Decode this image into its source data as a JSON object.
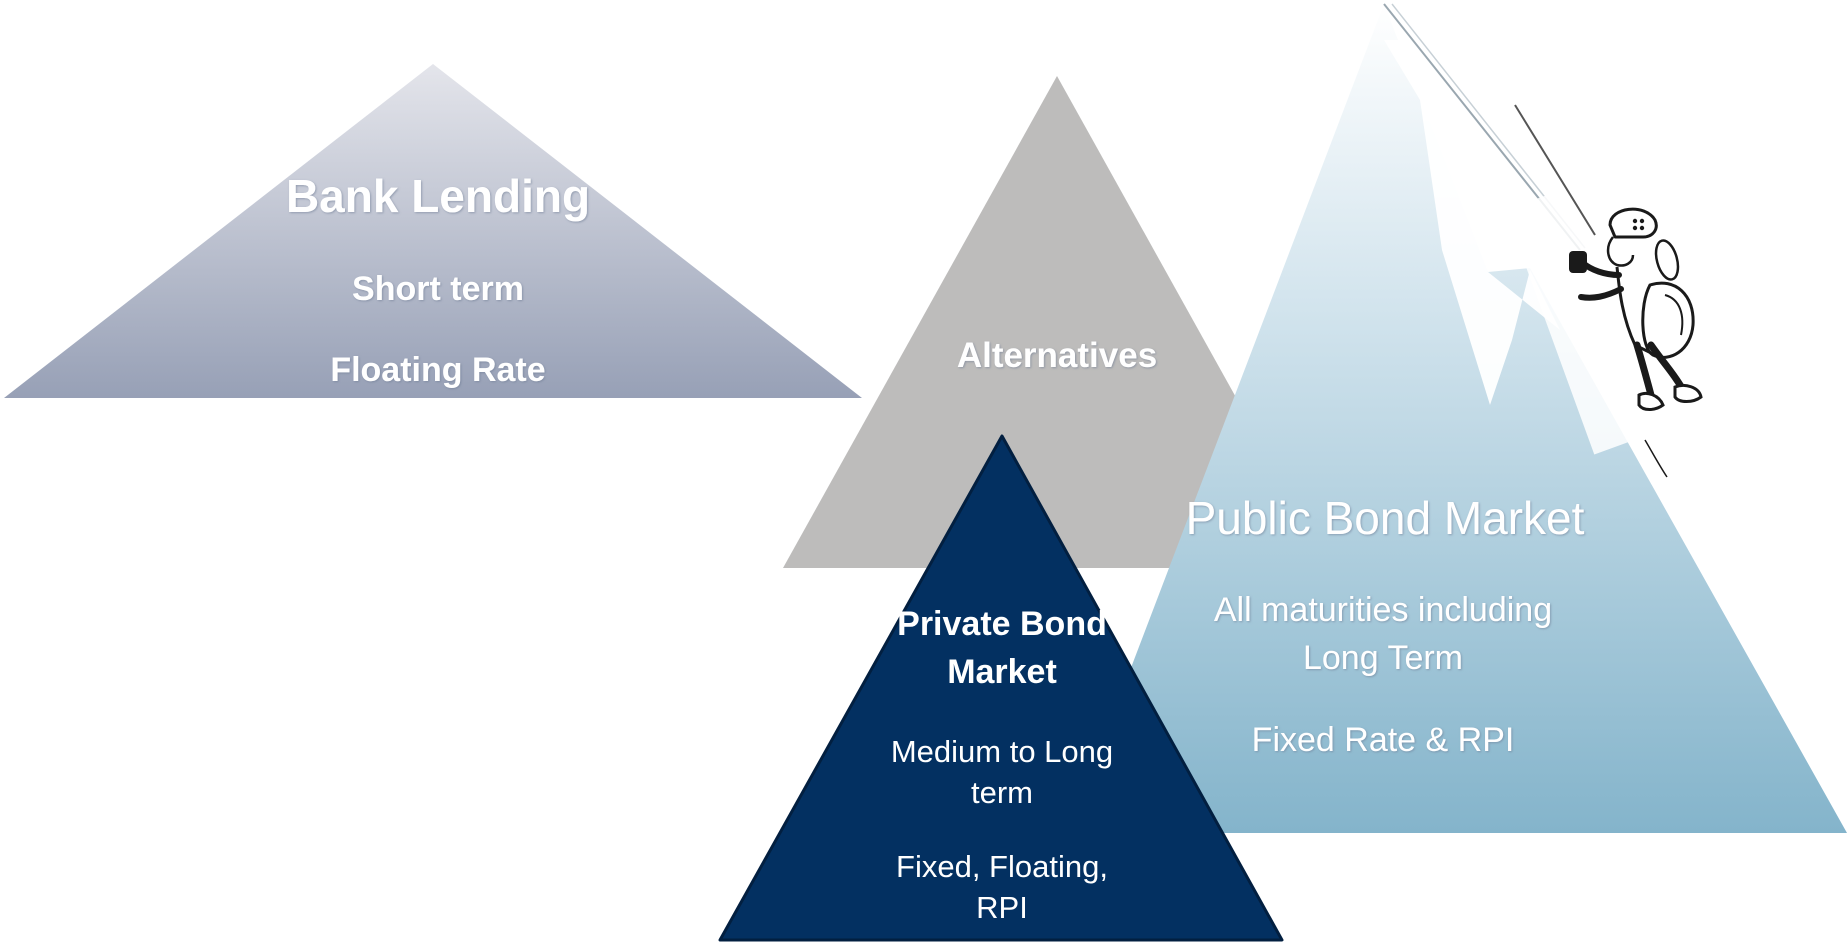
{
  "diagram": {
    "bank_lending": {
      "title": "Bank Lending",
      "line1": "Short term",
      "line2": "Floating Rate",
      "color_top": "#e3e4ea",
      "color_bottom": "#98a0b6"
    },
    "alternatives": {
      "title": "Alternatives",
      "color": "#bdbcbb"
    },
    "public_bond_market": {
      "title": "Public Bond Market",
      "line1a": "All maturities including",
      "line1b": "Long Term",
      "line2": "Fixed Rate & RPI",
      "color_top": "#ffffff",
      "color_bottom": "#86b5cc"
    },
    "private_bond_market": {
      "title_a": "Private Bond",
      "title_b": "Market",
      "line1a": "Medium to Long",
      "line1b": "term",
      "line2a": "Fixed, Floating,",
      "line2b": "RPI",
      "color": "#033061"
    },
    "climber_illustration": "mountain-climber-icon"
  }
}
